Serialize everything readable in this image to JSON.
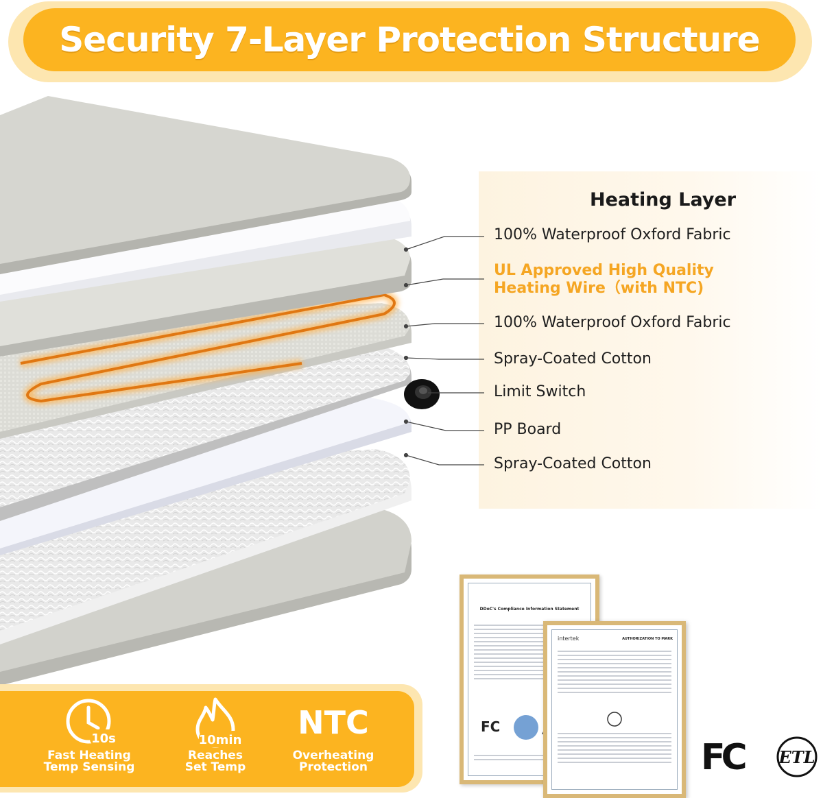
{
  "banner": {
    "title": "Security 7-Layer Protection Structure"
  },
  "panel": {
    "title": "Heating Layer",
    "labels": [
      "100% Waterproof Oxford Fabric",
      "UL Approved High Quality",
      "Heating Wire（with NTC)",
      "100% Waterproof Oxford Fabric",
      "Spray-Coated Cotton",
      "Limit Switch",
      "PP Board",
      "Spray-Coated Cotton"
    ]
  },
  "features": [
    {
      "badge": "10s",
      "label": "Fast Heating\nTemp Sensing"
    },
    {
      "badge": "10min",
      "label": "Reaches\nSet Temp"
    },
    {
      "badge": "NTC",
      "label": "Overheating\nProtection"
    }
  ],
  "certificates": {
    "doc_title": "DDoC's Compliance Information Statement",
    "intertek_brand": "intertek",
    "intertek_title": "AUTHORIZATION TO MARK"
  },
  "colors": {
    "accent": "#fcb420",
    "accent_light": "#fde6b0",
    "highlight_text": "#f5a623",
    "wire": "#e8871c"
  },
  "icons": [
    "clock-icon",
    "flame-icon",
    "fcc-logo",
    "etl-logo",
    "limit-switch-icon"
  ]
}
